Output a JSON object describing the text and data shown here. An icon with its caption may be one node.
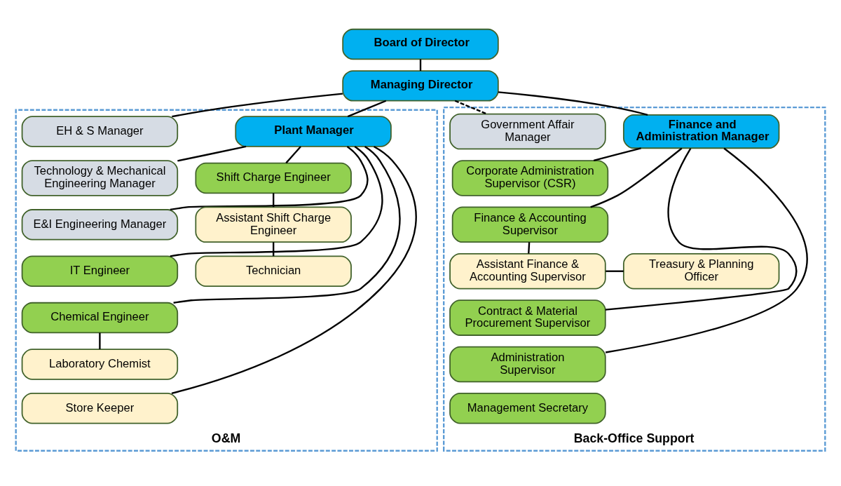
{
  "diagram": {
    "nodes": [
      {
        "text": [
          "Board of Director"
        ]
      },
      {
        "text": [
          "Managing Director"
        ]
      },
      {
        "text": [
          "O&M"
        ]
      },
      {
        "text": [
          "Plant Manager"
        ],
        "in": 2
      },
      {
        "text": [
          "EH & S Manager"
        ],
        "in": 2
      },
      {
        "text": [
          "Shift Charge Engineer"
        ],
        "in": 2
      },
      {
        "text": [
          "Assistant Shift Charge Engineer"
        ],
        "in": 2
      },
      {
        "text": [
          "Technician"
        ],
        "in": 2
      },
      {
        "text": [
          "Technology & Mechanical Engineering Manager"
        ],
        "in": 2
      },
      {
        "text": [
          "E&I Engineering Manager"
        ],
        "in": 2
      },
      {
        "text": [
          "IT Engineer"
        ],
        "in": 2
      },
      {
        "text": [
          "Chemical Engineer"
        ],
        "in": 2
      },
      {
        "text": [
          "Laboratory Chemist"
        ],
        "in": 2
      },
      {
        "text": [
          "Store Keeper"
        ],
        "in": 2
      },
      {
        "text": [
          "Back-Office Support"
        ]
      },
      {
        "text": [
          "Finance and Administration Manager"
        ],
        "in": 14
      },
      {
        "text": [
          "Government Affair Manager"
        ],
        "in": 14
      },
      {
        "text": [
          "Corporate Administration Supervisor (CSR)"
        ],
        "in": 14
      },
      {
        "text": [
          "Finance & Accounting Supervisor"
        ],
        "in": 14
      },
      {
        "text": [
          "Assistant Finance & Accounting Supervisor"
        ],
        "in": 14
      },
      {
        "text": [
          "Treasury & Planning Officer"
        ],
        "in": 14
      },
      {
        "text": [
          "Contract & Material Procurement Supervisor"
        ],
        "in": 14
      },
      {
        "text": [
          "Administration Supervisor"
        ],
        "in": 14
      },
      {
        "text": [
          "Management Secretary"
        ],
        "in": 14
      }
    ],
    "edges": [
      {
        "from": 0,
        "to": 1,
        "arrow": "none"
      },
      {
        "from": 1,
        "to": 3,
        "arrow": "none"
      },
      {
        "from": 1,
        "to": 4,
        "arrow": "none"
      },
      {
        "from": 1,
        "to": 15,
        "arrow": "none"
      },
      {
        "from": 1,
        "to": 16,
        "arrow": "none",
        "style": "dashed"
      },
      {
        "from": 3,
        "to": 5,
        "arrow": "none"
      },
      {
        "from": 5,
        "to": 6,
        "arrow": "none"
      },
      {
        "from": 6,
        "to": 7,
        "arrow": "none"
      },
      {
        "from": 3,
        "to": 8,
        "arrow": "none"
      },
      {
        "from": 3,
        "to": 9,
        "arrow": "none"
      },
      {
        "from": 3,
        "to": 10,
        "arrow": "none"
      },
      {
        "from": 3,
        "to": 11,
        "arrow": "none"
      },
      {
        "from": 11,
        "to": 12,
        "arrow": "none"
      },
      {
        "from": 3,
        "to": 13,
        "arrow": "none"
      },
      {
        "from": 15,
        "to": 17,
        "arrow": "none"
      },
      {
        "from": 15,
        "to": 18,
        "arrow": "none"
      },
      {
        "from": 18,
        "to": 19,
        "arrow": "none"
      },
      {
        "from": 19,
        "to": 20,
        "arrow": "none"
      },
      {
        "from": 15,
        "to": 21,
        "arrow": "none"
      },
      {
        "from": 15,
        "to": 22,
        "arrow": "none"
      }
    ]
  }
}
